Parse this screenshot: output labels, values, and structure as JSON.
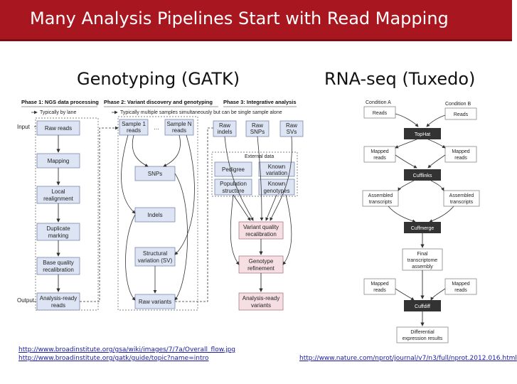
{
  "slide": {
    "title": "Many Analysis Pipelines Start with Read Mapping",
    "left_heading": "Genotyping (GATK)",
    "right_heading": "RNA-seq (Tuxedo)"
  },
  "gatk": {
    "phase1": "Phase 1: NGS data processing",
    "phase2": "Phase 2: Variant discovery and genotyping",
    "phase3": "Phase 3: Integrative analysis",
    "note_lane": "Typically by lane",
    "note_samples": "Typically multiple samples simultaneously but can be single sample alone",
    "input": "Input",
    "output": "Output",
    "raw_reads": "Raw reads",
    "mapping": "Mapping",
    "local_1": "Local",
    "local_2": "realignment",
    "dup_1": "Duplicate",
    "dup_2": "marking",
    "bqr_1": "Base quality",
    "bqr_2": "recalibration",
    "ar_1": "Analysis-ready",
    "ar_2": "reads",
    "s1_1": "Sample 1",
    "s1_2": "reads",
    "sn_1": "Sample N",
    "sn_2": "reads",
    "snps": "SNPs",
    "indels": "Indels",
    "sv_1": "Structural",
    "sv_2": "variation (SV)",
    "raw_variants": "Raw variants",
    "ri_1": "Raw",
    "ri_2": "indels",
    "rs_1": "Raw",
    "rs_2": "SNPs",
    "rsv_1": "Raw",
    "rsv_2": "SVs",
    "external": "External data",
    "pedigree": "Pedigree",
    "kv_1": "Known",
    "kv_2": "variation",
    "ps_1": "Population",
    "ps_2": "structure",
    "kg_1": "Known",
    "kg_2": "genotypes",
    "vqr_1": "Variant quality",
    "vqr_2": "recalibration",
    "gr_1": "Genotype",
    "gr_2": "refinement",
    "av_1": "Analysis-ready",
    "av_2": "variants"
  },
  "tuxedo": {
    "cond_a": "Condition A",
    "cond_b": "Condition B",
    "reads_a": "Reads",
    "reads_b": "Reads",
    "tophat": "TopHat",
    "mapped_a_1": "Mapped",
    "mapped_a_2": "reads",
    "mapped_b_1": "Mapped",
    "mapped_b_2": "reads",
    "cufflinks": "Cufflinks",
    "asm_a_1": "Assembled",
    "asm_a_2": "transcripts",
    "asm_b_1": "Assembled",
    "asm_b_2": "transcripts",
    "cuffmerge": "Cuffmerge",
    "final_1": "Final",
    "final_2": "transcriptome",
    "final_3": "assembly",
    "mapped_c_1": "Mapped",
    "mapped_c_2": "reads",
    "mapped_d_1": "Mapped",
    "mapped_d_2": "reads",
    "cuffdiff": "Cuffdiff",
    "diff_1": "Differential",
    "diff_2": "expression results"
  },
  "links": {
    "gatk_url_1": "http://www.broadinstitute.org/gsa/wiki/images/7/7a/Overall_flow.jpg",
    "gatk_url_2": "http://www.broadinstitute.org/gatk/guide/topic?name=intro",
    "tuxedo_url": "http://www.nature.com/nprot/journal/v7/n3/full/nprot.2012.016.html"
  },
  "colors": {
    "title_bg": "#a8161f",
    "box_blue": "#dde4f3",
    "box_pink": "#f6dfe3",
    "box_dark": "#333333"
  }
}
